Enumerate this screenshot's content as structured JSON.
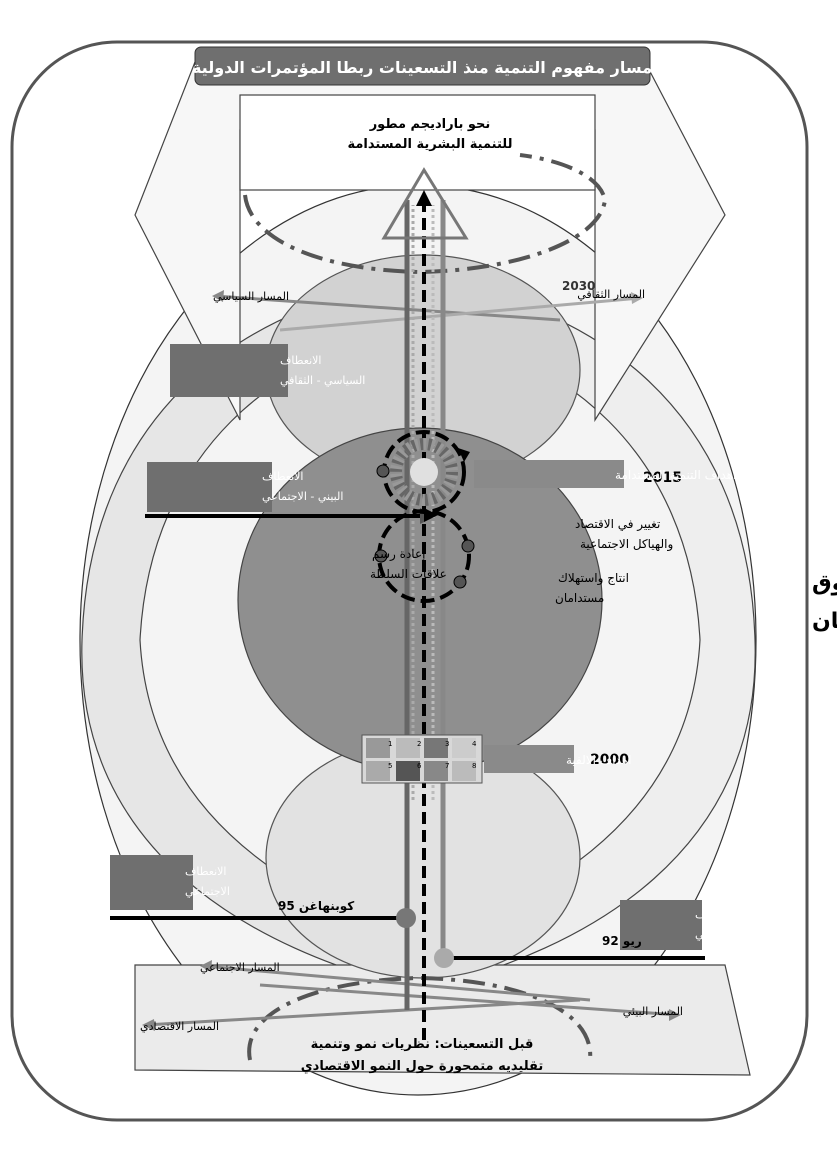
{
  "title": "مسار مفهوم التنمية منذ التسعينات ربطا المؤتمرات الدولية",
  "top_goal": {
    "line1": "نحو باراديجم مطور",
    "line2": "للتنمية البشرية المستدامة"
  },
  "years": {
    "y2030": "2030",
    "y2015": "2015",
    "y2000": "2000"
  },
  "paths": {
    "political": "المسار السياسي",
    "cultural": "المسار الثقافي",
    "social": "المسار الاجتماعي",
    "environmental": "المسار البيئي",
    "economic": "المسار الاقتصادي"
  },
  "turns": {
    "political_cultural": {
      "line1": "الانعطاف",
      "line2": "السياسي - الثقافي"
    },
    "env_social": {
      "line1": "الانعطاف",
      "line2": "البيني - الاجتماعي"
    },
    "social": {
      "line1": "الانعطاف",
      "line2": "الاجتماعي"
    },
    "environmental": {
      "line1": "الانعطاف",
      "line2": "البيني"
    }
  },
  "goals": {
    "sdg": "اهداف التنمية المستدامة",
    "mdg": "اهداف الالفية"
  },
  "mdg_numbers": [
    "1",
    "2",
    "3",
    "4",
    "5",
    "6",
    "7",
    "8"
  ],
  "transformations": {
    "economy_change": {
      "line1": "تغيير في الاقتصاد",
      "line2": "والهياكل الاجتماعية"
    },
    "power_relations": {
      "line1": "إعادة رسم",
      "line2": "علاقات السلطة"
    },
    "sustainable_consumption": {
      "line1": "انتاج واستهلاك",
      "line2": "مستدامان"
    }
  },
  "conferences": {
    "copenhagen": "كوبنهاغن 95",
    "rio": "ريو 92"
  },
  "human_rights": {
    "line1": "حقوق",
    "line2": "الانسان"
  },
  "bottom": {
    "line1": "قبل التسعينات: نظريات نمو وتنمية",
    "line2": "تقليديه متمحورة حول النمو الاقتصادي"
  },
  "colors": {
    "dark_box": "#6f6f6f",
    "mid_box": "#8a8a8a",
    "circle_dark": "#8f8f8f",
    "circle_light": "#d2d2d2",
    "band": "#e6e6e6",
    "line": "#000000"
  }
}
